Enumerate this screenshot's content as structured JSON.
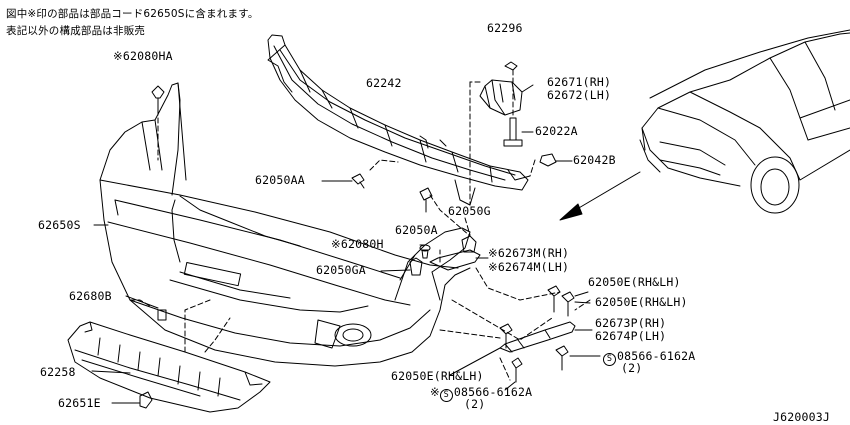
{
  "notes": {
    "line1": "図中※印の部品は部品コード62650Sに含まれます。",
    "line2": "表記以外の構成部品は非販売"
  },
  "labels": {
    "l_62080HA": "※62080HA",
    "l_62296": "62296",
    "l_62242": "62242",
    "l_62671": "62671(RH)",
    "l_62672": "62672(LH)",
    "l_62022A": "62022A",
    "l_62042B": "62042B",
    "l_62050AA": "62050AA",
    "l_62050G": "62050G",
    "l_62650S": "62650S",
    "l_62050A": "62050A",
    "l_62080H": "※62080H",
    "l_62673M": "※62673M(RH)",
    "l_62674M": "※62674M(LH)",
    "l_62050GA": "62050GA",
    "l_62680B": "62680B",
    "l_62050E_1": "62050E(RH&LH)",
    "l_62050E_2": "62050E(RH&LH)",
    "l_62673P": "62673P(RH)",
    "l_62674P": "62674P(LH)",
    "l_bolt_r": "08566-6162A",
    "l_bolt_r_qty": "(2)",
    "l_62258": "62258",
    "l_62050E_3": "62050E(RH&LH)",
    "l_bolt_b_prefix": "※",
    "l_bolt_b": "08566-6162A",
    "l_bolt_b_qty": "(2)",
    "l_62651E": "62651E",
    "l_diagram_code": "J620003J",
    "s_symbol": "S"
  }
}
